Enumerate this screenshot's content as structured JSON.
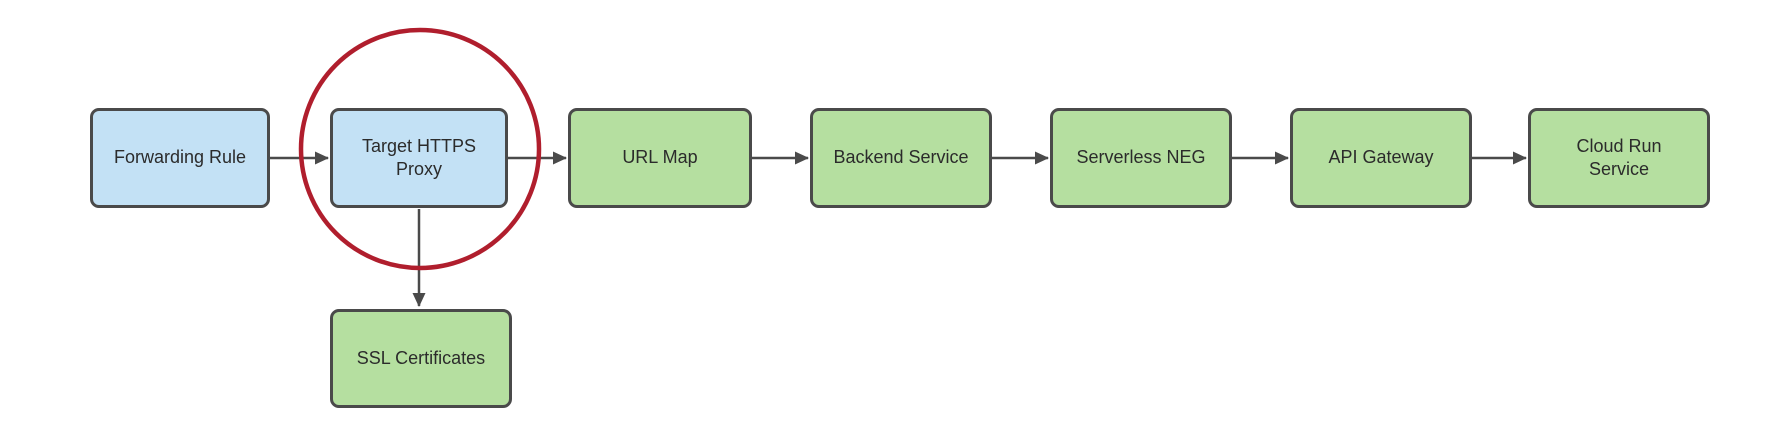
{
  "diagram": {
    "type": "flowchart",
    "background": "#ffffff",
    "nodes": [
      {
        "id": "forwarding-rule",
        "label": "Forwarding Rule",
        "fill": "#c3e1f5",
        "highlighted": false
      },
      {
        "id": "target-https-proxy",
        "label": "Target HTTPS Proxy",
        "fill": "#c3e1f5",
        "highlighted": true
      },
      {
        "id": "url-map",
        "label": "URL Map",
        "fill": "#b5dfa0",
        "highlighted": false
      },
      {
        "id": "backend-service",
        "label": "Backend Service",
        "fill": "#b5dfa0",
        "highlighted": false
      },
      {
        "id": "serverless-neg",
        "label": "Serverless NEG",
        "fill": "#b5dfa0",
        "highlighted": false
      },
      {
        "id": "api-gateway",
        "label": "API Gateway",
        "fill": "#b5dfa0",
        "highlighted": false
      },
      {
        "id": "cloud-run-service",
        "label": "Cloud Run Service",
        "fill": "#b5dfa0",
        "highlighted": false
      },
      {
        "id": "ssl-certificates",
        "label": "SSL Certificates",
        "fill": "#b5dfa0",
        "highlighted": false
      }
    ],
    "edges": [
      {
        "from": "forwarding-rule",
        "to": "target-https-proxy",
        "style": "arrow"
      },
      {
        "from": "target-https-proxy",
        "to": "url-map",
        "style": "arrow"
      },
      {
        "from": "url-map",
        "to": "backend-service",
        "style": "arrow"
      },
      {
        "from": "backend-service",
        "to": "serverless-neg",
        "style": "arrow"
      },
      {
        "from": "serverless-neg",
        "to": "api-gateway",
        "style": "arrow"
      },
      {
        "from": "api-gateway",
        "to": "cloud-run-service",
        "style": "arrow"
      },
      {
        "from": "target-https-proxy",
        "to": "ssl-certificates",
        "style": "arrow"
      }
    ],
    "annotations": [
      {
        "id": "highlight-circle",
        "shape": "circle",
        "around": "target-https-proxy",
        "color": "#b01e2d"
      }
    ],
    "colors": {
      "blue_node_fill": "#c3e1f5",
      "green_node_fill": "#b5dfa0",
      "node_border": "#4a4a4a",
      "arrow": "#4a4a4a",
      "highlight_circle": "#b01e2d",
      "text": "#2b2b2b",
      "background": "#ffffff"
    }
  }
}
